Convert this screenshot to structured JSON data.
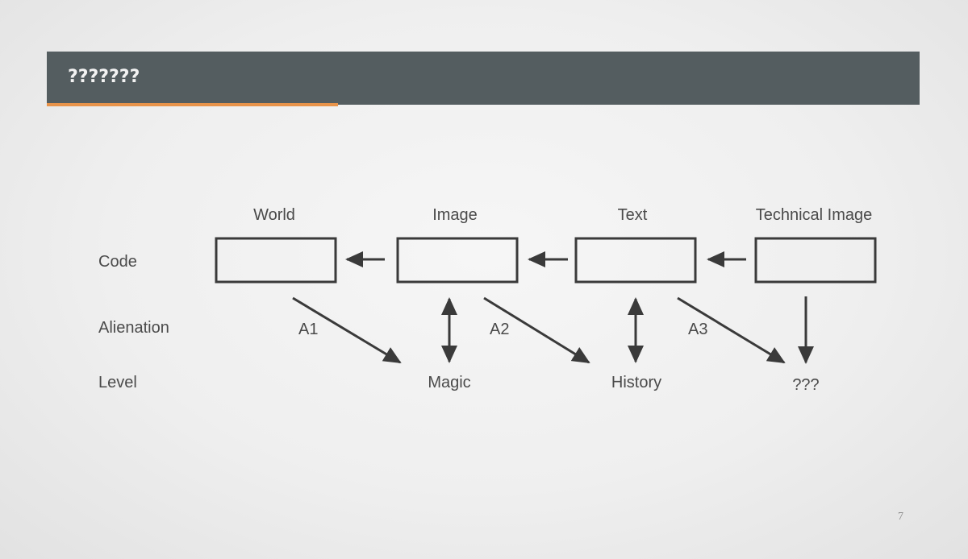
{
  "slide": {
    "title": "???????",
    "page_number": "7",
    "colors": {
      "header_bg": "#545d60",
      "header_accent": "#e8934a",
      "title_text": "#f2f2f2",
      "diagram_stroke": "#3a3a3a",
      "label_text": "#4a4a4a"
    }
  },
  "diagram": {
    "row_labels": [
      "Code",
      "Alienation",
      "Level"
    ],
    "columns": [
      {
        "label": "World"
      },
      {
        "label": "Image"
      },
      {
        "label": "Text"
      },
      {
        "label": "Technical Image"
      }
    ],
    "alienations": [
      "A1",
      "A2",
      "A3"
    ],
    "levels": [
      "Magic",
      "History",
      "???"
    ]
  }
}
